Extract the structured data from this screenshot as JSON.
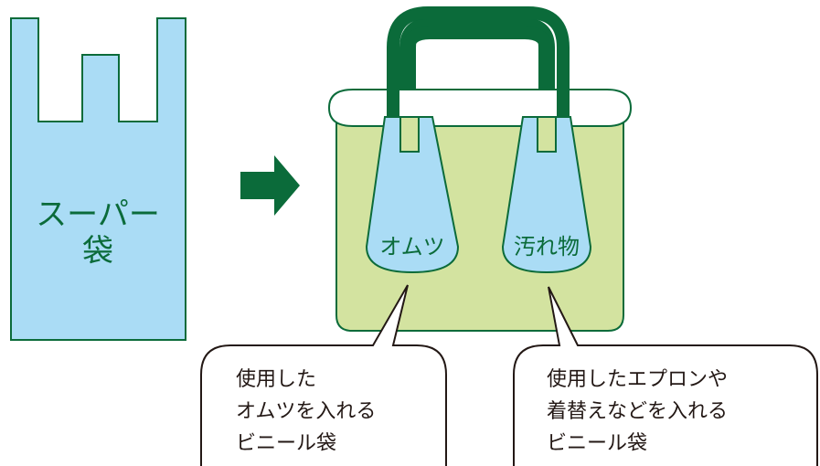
{
  "plastic_bag": {
    "label_line1": "スーパー",
    "label_line2": "袋"
  },
  "tote_bag": {
    "left_pouch_label": "オムツ",
    "right_pouch_label": "汚れ物"
  },
  "callout_left": {
    "line1": "使用した",
    "line2": "オムツを入れる",
    "line3": "ビニール袋"
  },
  "callout_right": {
    "line1": "使用したエプロンや",
    "line2": "着替えなどを入れる",
    "line3": "ビニール袋"
  },
  "colors": {
    "bag_blue": "#aadcf5",
    "outline_green": "#0b6b3a",
    "tote_green": "#d3e3a0",
    "handle_green": "#0b6b3a",
    "arrow_green": "#0b6b3a"
  }
}
